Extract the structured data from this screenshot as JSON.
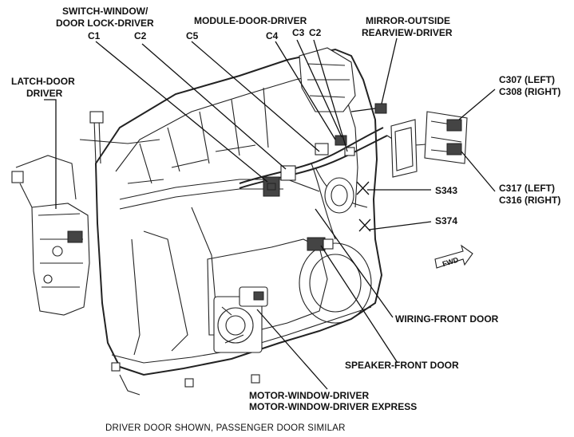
{
  "labels": {
    "switch_window": "SWITCH-WINDOW/",
    "door_lock_driver": "DOOR LOCK-DRIVER",
    "c1": "C1",
    "c2_switch": "C2",
    "module_door_driver": "MODULE-DOOR-DRIVER",
    "c5": "C5",
    "c4": "C4",
    "c3": "C3",
    "c2_module": "C2",
    "mirror_outside": "MIRROR-OUTSIDE",
    "rearview_driver": "REARVIEW-DRIVER",
    "latch_door": "LATCH-DOOR",
    "latch_driver": "DRIVER",
    "c307": "C307 (LEFT)",
    "c308": "C308 (RIGHT)",
    "c317": "C317 (LEFT)",
    "c316": "C316 (RIGHT)",
    "s343": "S343",
    "s374": "S374",
    "wiring_front_door": "WIRING-FRONT DOOR",
    "speaker_front_door": "SPEAKER-FRONT DOOR",
    "motor_window_driver": "MOTOR-WINDOW-DRIVER",
    "motor_window_driver_express": "MOTOR-WINDOW-DRIVER EXPRESS",
    "fwd_arrow": "FWD"
  },
  "caption": "DRIVER DOOR SHOWN, PASSENGER DOOR SIMILAR"
}
